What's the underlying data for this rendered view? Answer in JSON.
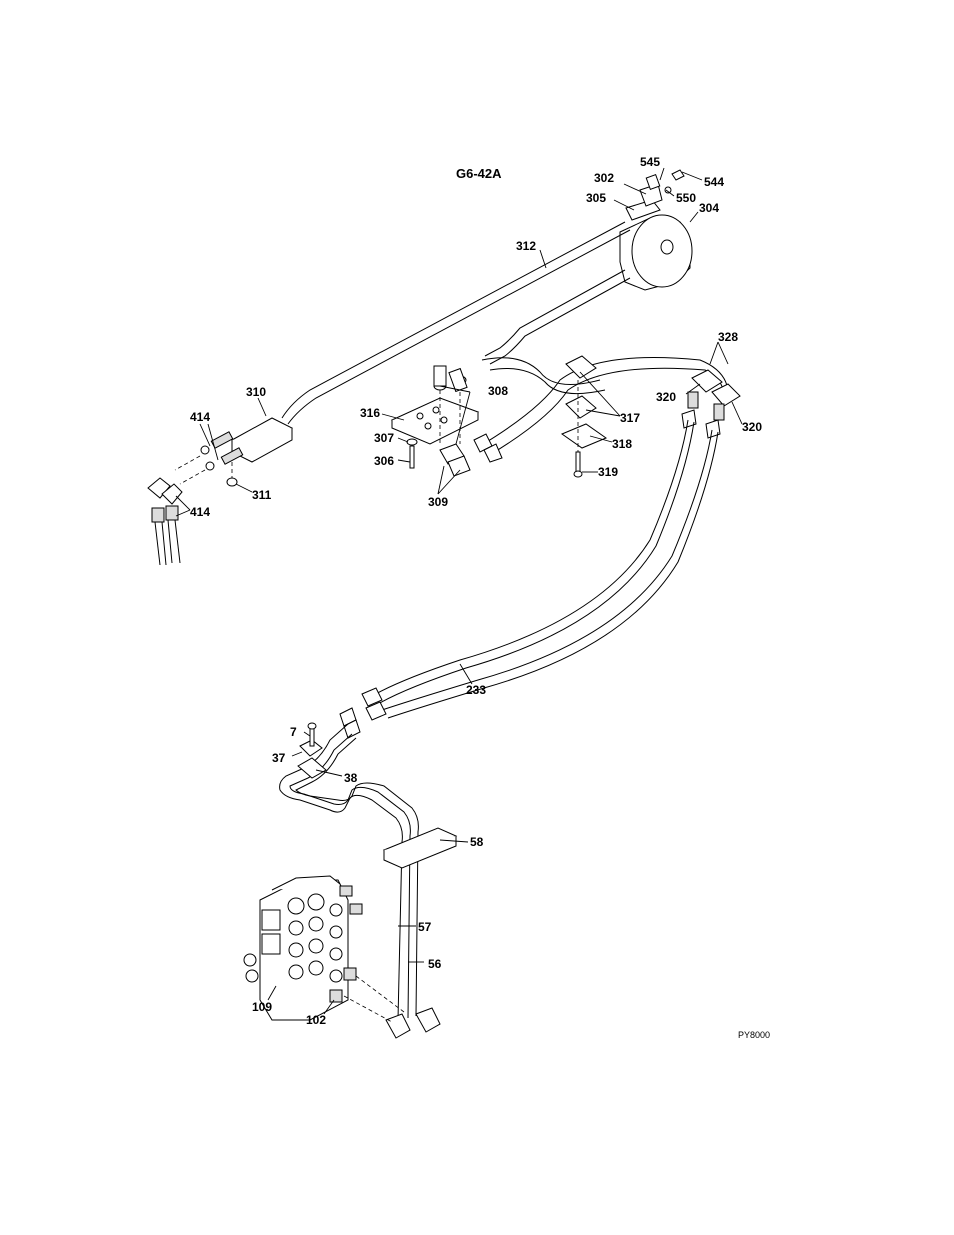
{
  "diagram": {
    "figure_id": "G6-42A",
    "drawing_code": "PY8000",
    "callouts": [
      {
        "id": "c545",
        "label": "545"
      },
      {
        "id": "c544",
        "label": "544"
      },
      {
        "id": "c302",
        "label": "302"
      },
      {
        "id": "c550",
        "label": "550"
      },
      {
        "id": "c305",
        "label": "305"
      },
      {
        "id": "c304",
        "label": "304"
      },
      {
        "id": "c312",
        "label": "312"
      },
      {
        "id": "c328",
        "label": "328"
      },
      {
        "id": "c308",
        "label": "308"
      },
      {
        "id": "c320a",
        "label": "320"
      },
      {
        "id": "c320b",
        "label": "320"
      },
      {
        "id": "c310",
        "label": "310"
      },
      {
        "id": "c316",
        "label": "316"
      },
      {
        "id": "c317",
        "label": "317"
      },
      {
        "id": "c414a",
        "label": "414"
      },
      {
        "id": "c307",
        "label": "307"
      },
      {
        "id": "c318",
        "label": "318"
      },
      {
        "id": "c306",
        "label": "306"
      },
      {
        "id": "c319",
        "label": "319"
      },
      {
        "id": "c311",
        "label": "311"
      },
      {
        "id": "c309",
        "label": "309"
      },
      {
        "id": "c414b",
        "label": "414"
      },
      {
        "id": "c233",
        "label": "233"
      },
      {
        "id": "c7",
        "label": "7"
      },
      {
        "id": "c37",
        "label": "37"
      },
      {
        "id": "c38",
        "label": "38"
      },
      {
        "id": "c58",
        "label": "58"
      },
      {
        "id": "c57",
        "label": "57"
      },
      {
        "id": "c56",
        "label": "56"
      },
      {
        "id": "c109",
        "label": "109"
      },
      {
        "id": "c102",
        "label": "102"
      }
    ]
  }
}
